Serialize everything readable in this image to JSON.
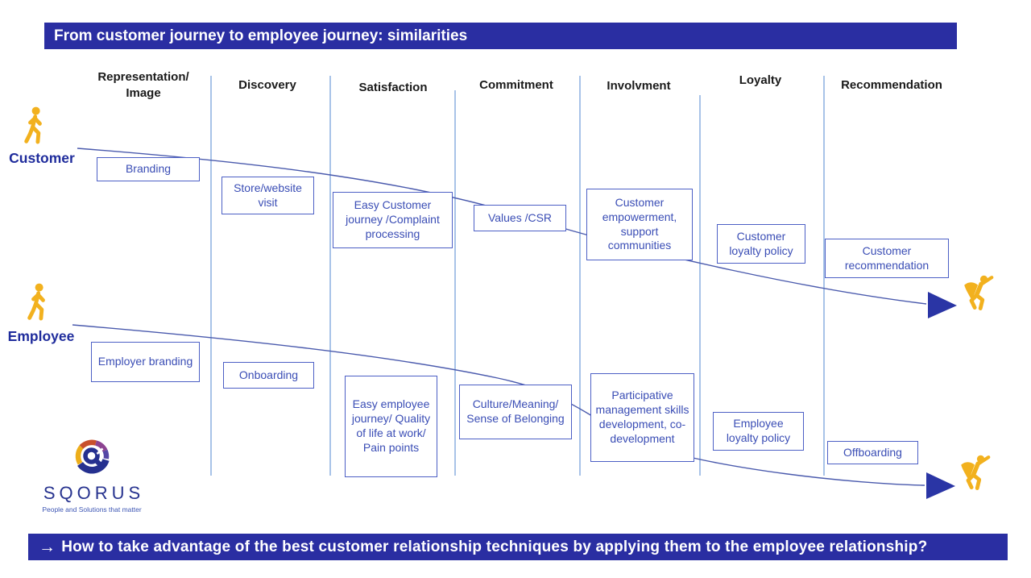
{
  "header": {
    "title": "From customer journey to employee journey: similarities"
  },
  "footer": {
    "arrow": "→",
    "question": "How to take advantage of the best customer relationship techniques by applying them to the employee relationship?"
  },
  "columns": [
    {
      "label": "Representation/ Image"
    },
    {
      "label": "Discovery"
    },
    {
      "label": "Satisfaction"
    },
    {
      "label": "Commitment"
    },
    {
      "label": "Involvment"
    },
    {
      "label": "Loyalty"
    },
    {
      "label": "Recommendation"
    }
  ],
  "journeys": [
    {
      "actor": "Customer",
      "stages": [
        "Branding",
        "Store/website visit",
        "Easy Customer journey /Complaint processing",
        "Values /CSR",
        "Customer empowerment, support communities",
        "Customer loyalty policy",
        "Customer recommendation"
      ]
    },
    {
      "actor": "Employee",
      "stages": [
        "Employer branding",
        "Onboarding",
        "Easy employee journey/ Quality of life at work/ Pain points",
        "Culture/Meaning/ Sense of Belonging",
        "Participative management skills development, co-development",
        "Employee loyalty policy",
        "Offboarding"
      ]
    }
  ],
  "logo": {
    "name": "SQORUS",
    "tagline": "People and Solutions that matter"
  },
  "icons": {
    "walking-person-icon": "stick figure walking, gold",
    "superhero-icon": "caped figure flying, gold",
    "arrowhead-icon": "solid navy triangle pointing right",
    "right-arrow-icon": "→",
    "sqorus-logo-icon": "multicolor ring with navy Q"
  },
  "colors": {
    "bar_background": "#2A2EA2",
    "bar_text": "#FFFFFF",
    "box_border": "#4C5FC5",
    "box_text": "#3A4DB5",
    "divider": "#A8C3E8",
    "actor_label": "#1F2C9C",
    "curve": "#4A5AAD",
    "arrowhead": "#2A35A5",
    "person_yellow": "#F2B11E",
    "header_text": "#1A1A1A"
  }
}
